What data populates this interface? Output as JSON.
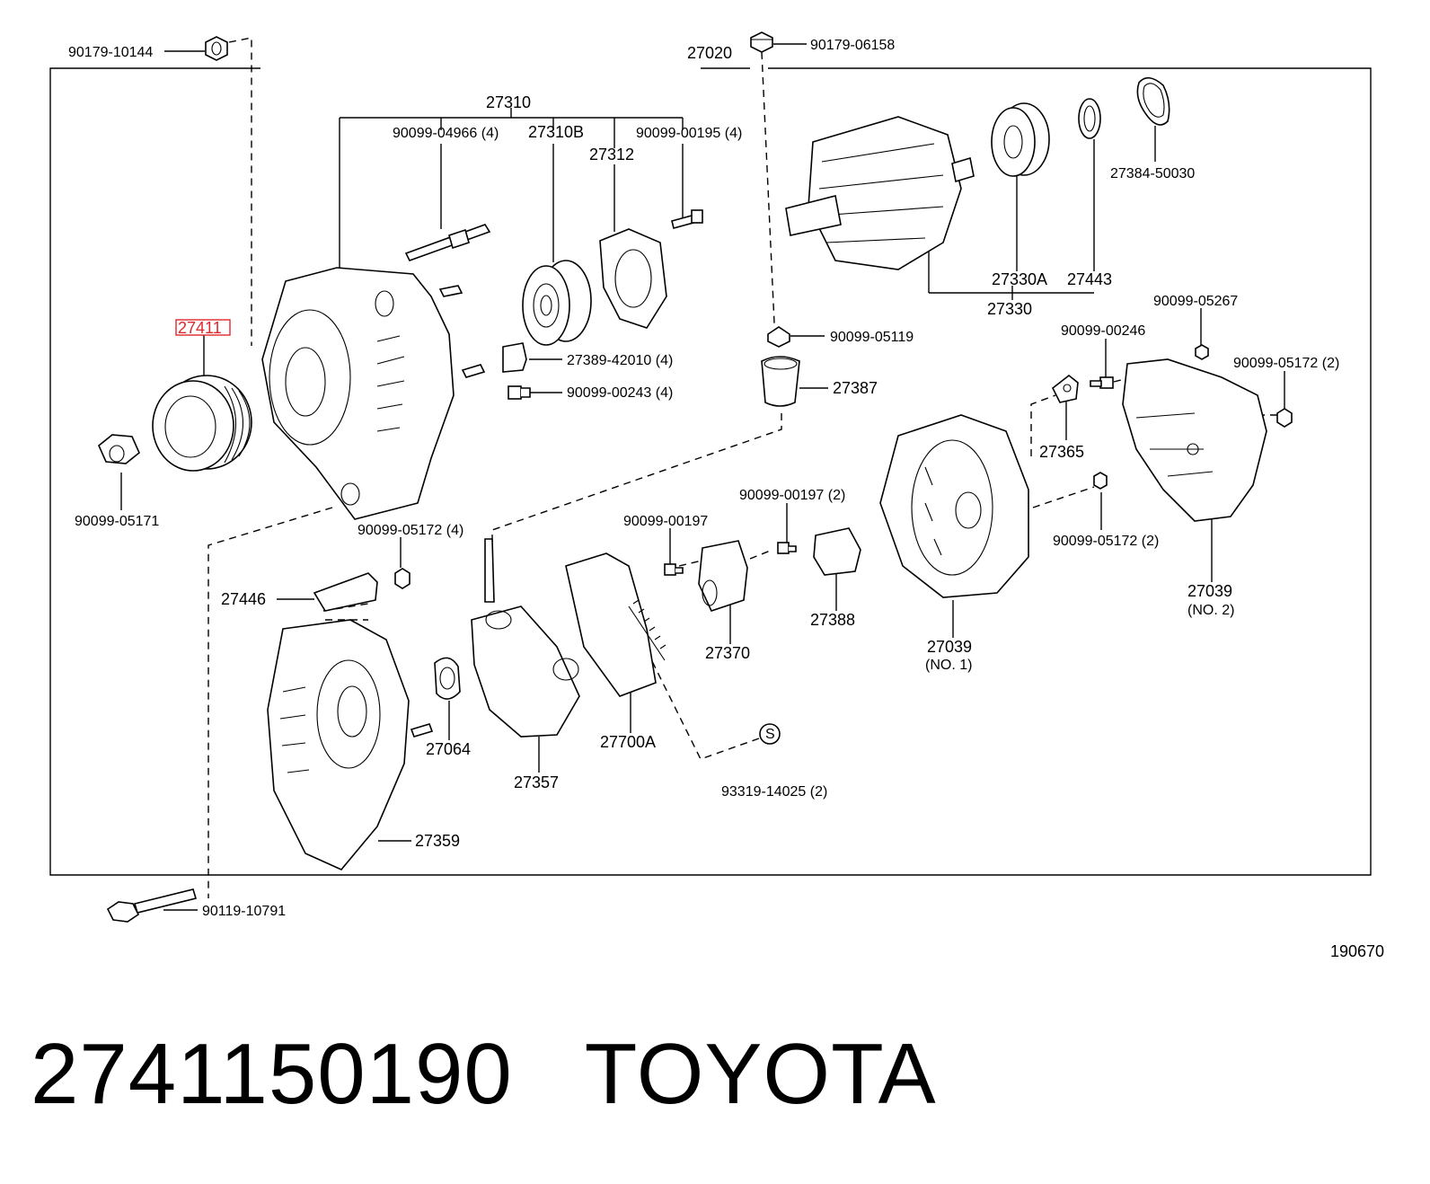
{
  "labels": {
    "l_90179_10144": "90179-10144",
    "l_27020": "27020",
    "l_90179_06158": "90179-06158",
    "l_27310": "27310",
    "l_90099_04966": "90099-04966 (4)",
    "l_27310b": "27310B",
    "l_90099_00195": "90099-00195 (4)",
    "l_27312": "27312",
    "l_27384": "27384-50030",
    "l_27330a": "27330A",
    "l_27443": "27443",
    "l_27330": "27330",
    "l_27411": "27411",
    "l_90099_05119": "90099-05119",
    "l_90099_05267": "90099-05267",
    "l_90099_00246": "90099-00246",
    "l_90099_05172_2a": "90099-05172 (2)",
    "l_27389": "27389-42010 (4)",
    "l_90099_00243": "90099-00243 (4)",
    "l_27387": "27387",
    "l_27365": "27365",
    "l_90099_05171": "90099-05171",
    "l_90099_05172_4": "90099-05172 (4)",
    "l_90099_00197_2": "90099-00197 (2)",
    "l_90099_00197": "90099-00197",
    "l_90099_05172_2b": "90099-05172 (2)",
    "l_27446": "27446",
    "l_27039_no2": "27039",
    "l_no2": "(NO. 2)",
    "l_27388": "27388",
    "l_27370": "27370",
    "l_27039_no1": "27039",
    "l_no1": "(NO. 1)",
    "l_27064": "27064",
    "l_27700a": "27700A",
    "l_27357": "27357",
    "l_s": "S",
    "l_93319": "93319-14025 (2)",
    "l_27359": "27359",
    "l_90119": "90119-10791",
    "l_190670": "190670"
  },
  "caption": {
    "part_number": "2741150190",
    "brand": "TOYOTA"
  },
  "highlight_color": "#e0282d"
}
